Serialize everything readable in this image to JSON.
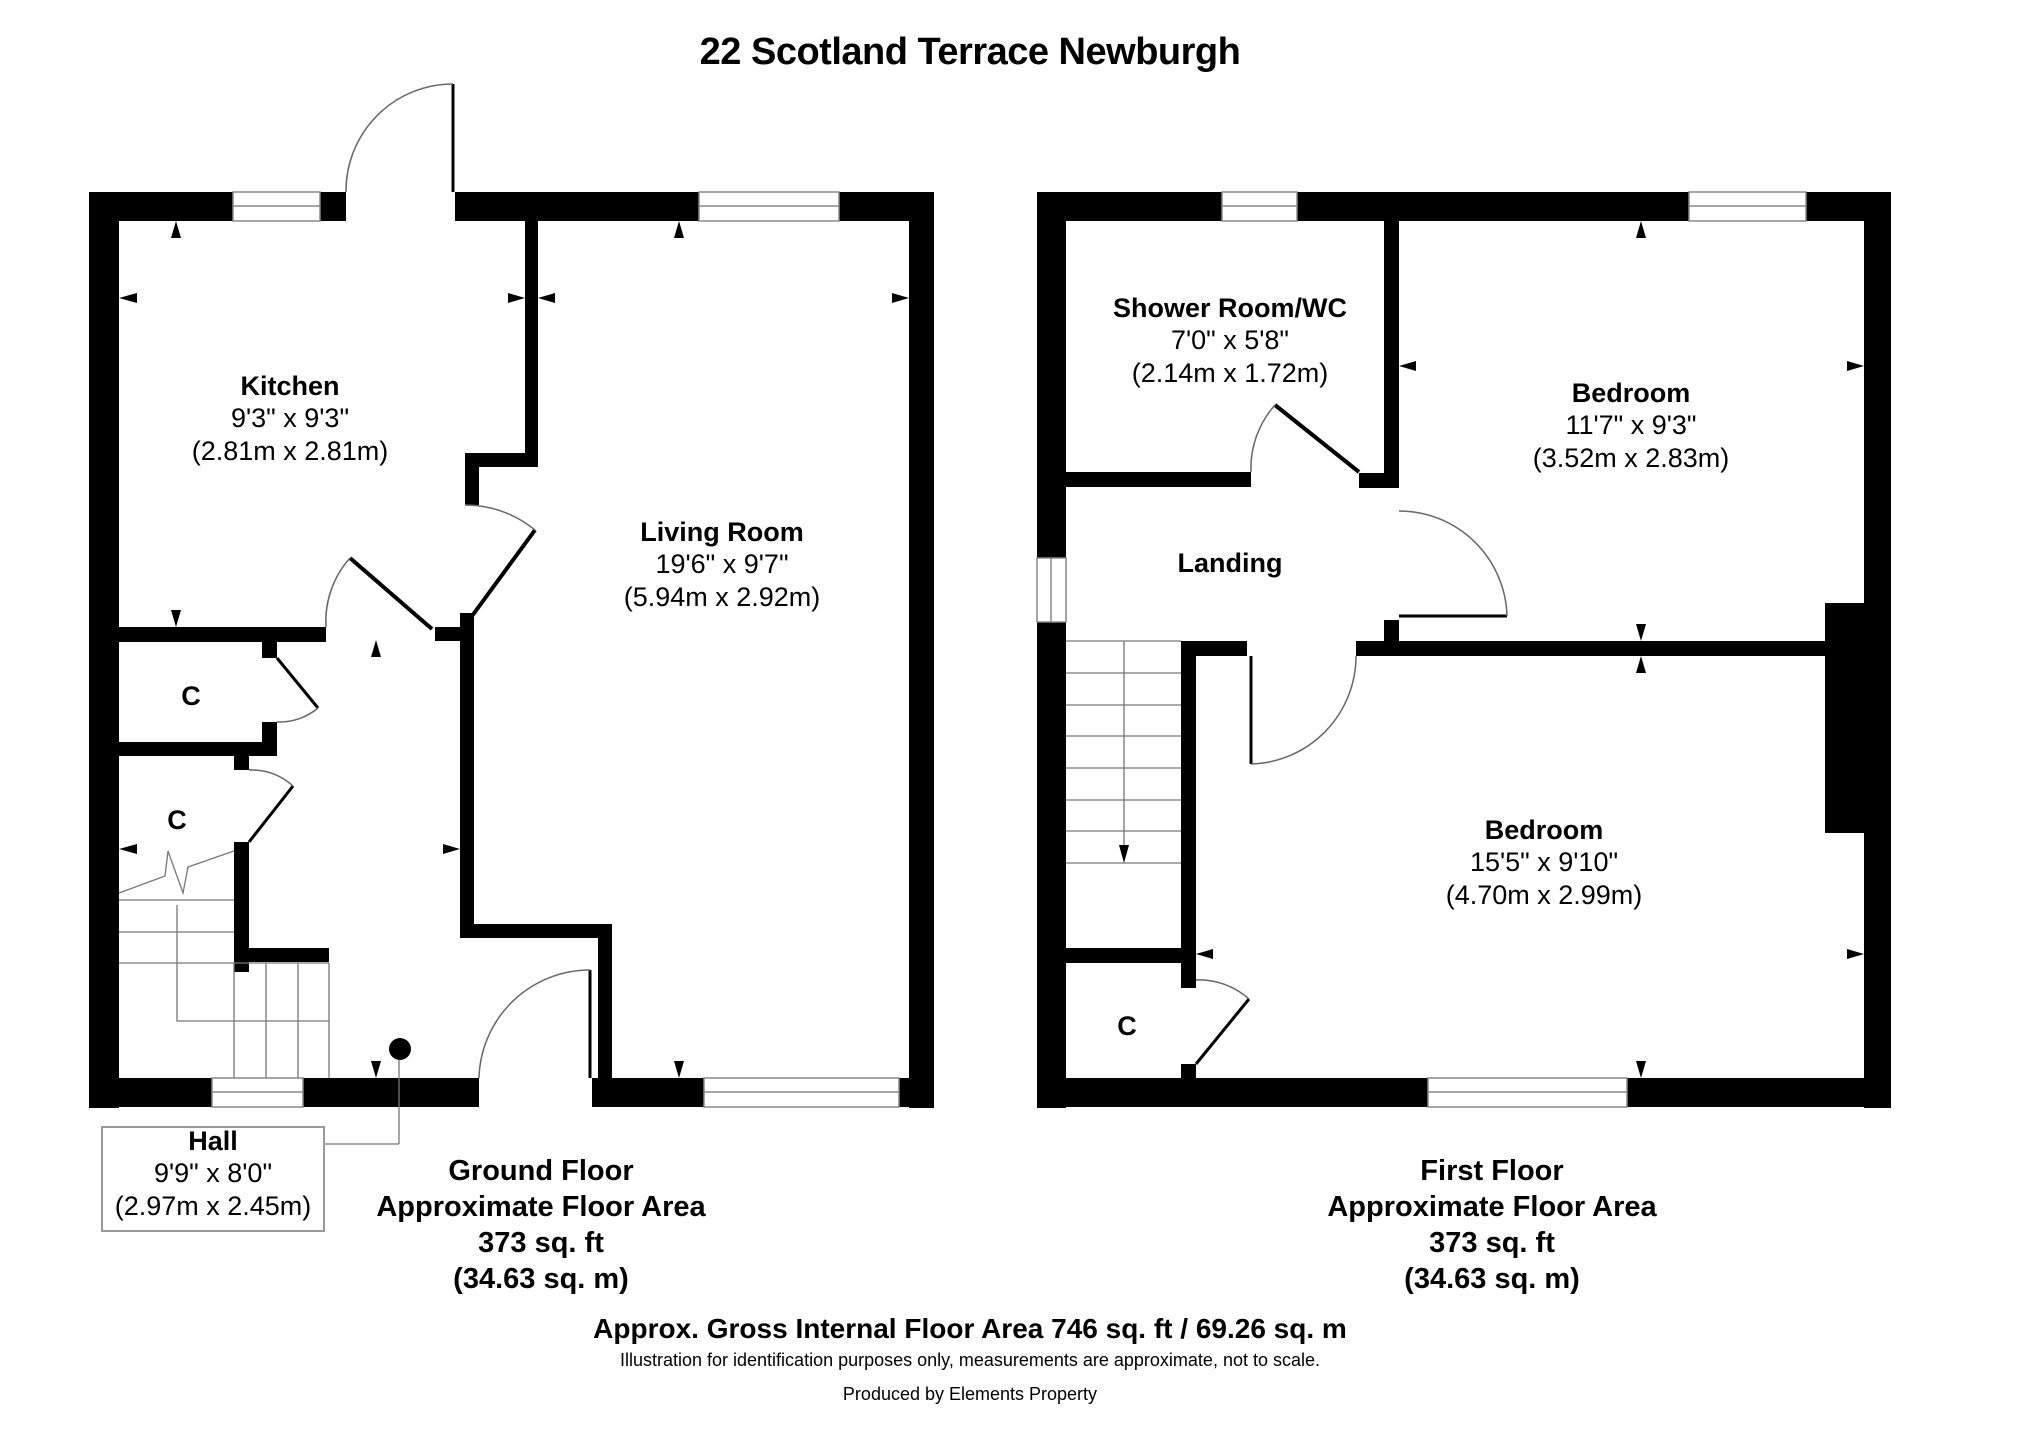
{
  "title": "22 Scotland Terrace Newburgh",
  "ground_floor": {
    "rooms": [
      {
        "name": "Kitchen",
        "imperial": "9'3\" x 9'3\"",
        "metric": "(2.81m x 2.81m)"
      },
      {
        "name": "Living Room",
        "imperial": "19'6\" x 9'7\"",
        "metric": "(5.94m x 2.92m)"
      },
      {
        "name": "Hall",
        "imperial": "9'9\" x 8'0\"",
        "metric": "(2.97m x 2.45m)"
      }
    ],
    "cupboards": [
      "C",
      "C"
    ],
    "area": {
      "label": "Ground Floor",
      "sublabel": "Approximate Floor Area",
      "sqft": "373 sq. ft",
      "sqm": "(34.63 sq. m)"
    }
  },
  "first_floor": {
    "rooms": [
      {
        "name": "Shower Room/WC",
        "imperial": "7'0\" x 5'8\"",
        "metric": "(2.14m x 1.72m)"
      },
      {
        "name": "Bedroom",
        "imperial": "11'7\" x 9'3\"",
        "metric": "(3.52m x 2.83m)"
      },
      {
        "name": "Landing"
      },
      {
        "name": "Bedroom",
        "imperial": "15'5\" x 9'10\"",
        "metric": "(4.70m x 2.99m)"
      }
    ],
    "cupboards": [
      "C"
    ],
    "area": {
      "label": "First Floor",
      "sublabel": "Approximate Floor Area",
      "sqft": "373 sq. ft",
      "sqm": "(34.63 sq. m)"
    }
  },
  "footer": {
    "gross": "Approx. Gross Internal Floor Area 746 sq. ft / 69.26 sq. m",
    "disclaimer": "Illustration for identification purposes only, measurements are approximate, not to scale.",
    "credit": "Produced by Elements Property"
  },
  "colors": {
    "wall": "#000000",
    "background": "#ffffff",
    "line": "#888888"
  }
}
